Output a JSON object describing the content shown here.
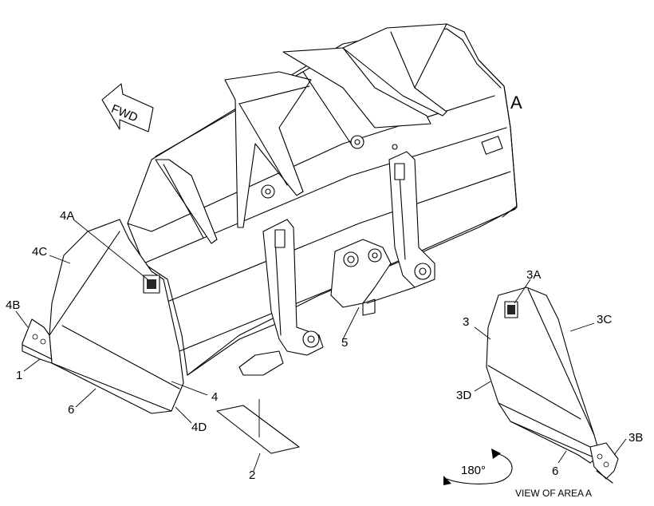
{
  "callouts": {
    "c4A": "4A",
    "c4C": "4C",
    "c4B": "4B",
    "c1": "1",
    "c6": "6",
    "c4": "4",
    "c4D": "4D",
    "c2": "2",
    "c5": "5",
    "cA": "A",
    "c3A": "3A",
    "c3": "3",
    "c3C": "3C",
    "c3D": "3D",
    "c3B": "3B",
    "c6b": "6"
  },
  "fwd_label": "FWD",
  "rotation_label": "180°",
  "view_caption": "VIEW OF AREA  A"
}
